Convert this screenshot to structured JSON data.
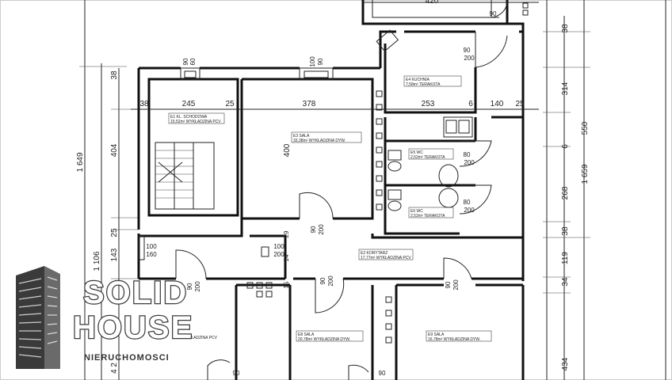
{
  "logo": {
    "line1": "SOLID",
    "line2": "HOUSE",
    "tagline": "NIERUCHOMOSCI"
  },
  "dimensions": {
    "top": [
      "420"
    ],
    "upper_row": [
      "38",
      "245",
      "25",
      "378",
      "253",
      "6",
      "140",
      "25"
    ],
    "left_outer": [
      "1 649"
    ],
    "left_inner": [
      "404",
      "25",
      "143",
      "1 106",
      "4 2"
    ],
    "right": [
      "38",
      "314",
      "550",
      "6",
      "268",
      "38",
      "1 659",
      "119",
      "34",
      "434"
    ],
    "left_sections": [
      "38",
      "400"
    ]
  },
  "openings": {
    "vent1": [
      "90",
      "60"
    ],
    "vent2": [
      "100",
      "90"
    ],
    "door_kitchen": [
      "90",
      "200"
    ],
    "door_wc1": [
      "80",
      "200"
    ],
    "door_wc2": [
      "80",
      "200"
    ],
    "door_corridor": [
      "90",
      "200"
    ],
    "door_hall": [
      "100",
      "160"
    ],
    "door_hall2": [
      "100",
      "200"
    ],
    "door_lower_left": [
      "90",
      "200"
    ],
    "door_lower_mid": [
      "90",
      "200"
    ],
    "door_lower_right": [
      "90",
      "200"
    ],
    "bottom_left": [
      "90"
    ],
    "bottom_mid": [
      "90"
    ],
    "top_right": [
      "90"
    ],
    "small_29": "29",
    "small_14": "14",
    "small_15": "15"
  },
  "rooms": {
    "kl": {
      "line1": "E1   KL. SCHODOWA",
      "line2": "15,52m²  WYKŁADZINA PCV"
    },
    "sala_top": {
      "line1": "E3   SALA",
      "line2": "33,38m²  WYKŁADZINA DYW."
    },
    "kuchnia": {
      "line1": "E4   KUCHNIA",
      "line2": "7,58m²  TERAKOTA"
    },
    "wc1": {
      "line1": "E5   WC",
      "line2": "2,52m²  TERAKOTA"
    },
    "wc2": {
      "line1": "E6   WC",
      "line2": "2,52m²  TERAKOTA"
    },
    "korytarz": {
      "line1": "E2   KORYTARZ",
      "line2": "17,77m²  WYKŁADZINA PCV"
    },
    "sala_left": {
      "line1": "",
      "line2": "WYKŁADZINA PCV"
    },
    "sala_mid": {
      "line1": "E8   SALA",
      "line2": "20,78m²  WYKŁADZINA DYW."
    },
    "sala_right": {
      "line1": "E9   SALA",
      "line2": "16,78m²  WYKŁADZINA DYW."
    }
  },
  "colors": {
    "line": "#111111",
    "logo_stroke": "#3a3a3a"
  }
}
